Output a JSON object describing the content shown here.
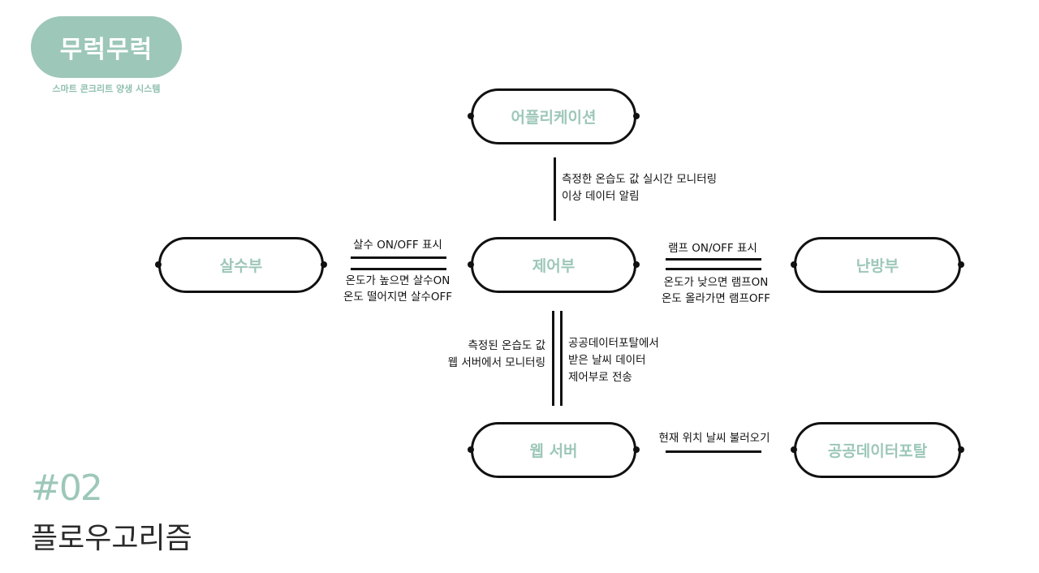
{
  "brand": {
    "logo": "무럭무럭",
    "tagline": "스마트 콘크리트 양생 시스템"
  },
  "section": {
    "number": "#02",
    "title": "플로우고리즘"
  },
  "nodes": {
    "app": "어플리케이션",
    "control": "제어부",
    "sprinkler": "살수부",
    "heater": "난방부",
    "webserver": "웹 서버",
    "public_data": "공공데이터포탈"
  },
  "edges": {
    "app_control": [
      "측정한 온습도 값 실시간 모니터링",
      "이상 데이터 알림"
    ],
    "sprinkler_top": "살수 ON/OFF 표시",
    "sprinkler_bottom": [
      "온도가 높으면 살수ON",
      "온도 떨어지면 살수OFF"
    ],
    "heater_top": "램프 ON/OFF 표시",
    "heater_bottom": [
      "온도가 낮으면 램프ON",
      "온도 올라가면 램프OFF"
    ],
    "control_web_left": [
      "측정된 온습도 값",
      "웹 서버에서 모니터링"
    ],
    "control_web_right": [
      "공공데이터포탈에서",
      "받은 날씨 데이터",
      "제어부로 전송"
    ],
    "web_public": "현재 위치 날씨 불러오기"
  }
}
